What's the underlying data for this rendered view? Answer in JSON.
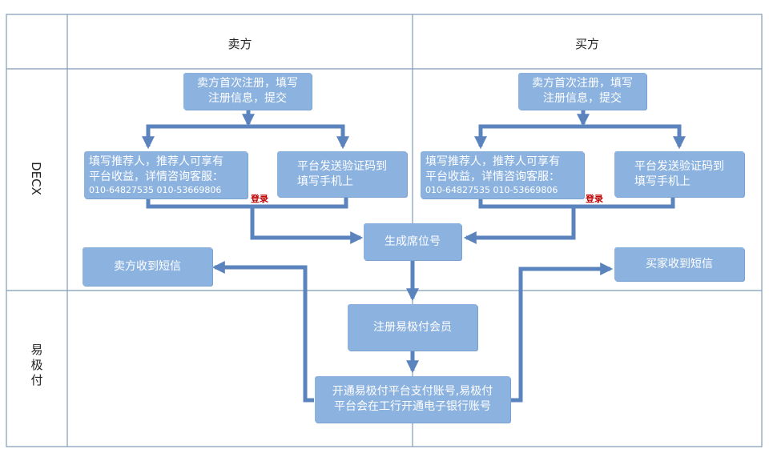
{
  "headers": {
    "seller": "卖方",
    "buyer": "买方"
  },
  "lanes": {
    "decx": "DECX",
    "yijifu": "易极付"
  },
  "seller": {
    "register": [
      "卖方首次注册，填写",
      "注册信息，提交"
    ],
    "referrer": [
      "填写推荐人，推荐人可享有",
      "平台收益，详情咨询客服：",
      "010-64827535   010-53669806"
    ],
    "verify": [
      "平台发送验证码到",
      "填写手机上"
    ],
    "login": "登录",
    "sms": "卖方收到短信"
  },
  "buyer": {
    "register": [
      "卖方首次注册，填写",
      "注册信息，提交"
    ],
    "referrer": [
      "填写推荐人，推荐人可享有",
      "平台收益，详情咨询客服：",
      "010-64827535   010-53669806"
    ],
    "verify": [
      "平台发送验证码到",
      "填写手机上"
    ],
    "login": "登录",
    "sms": "买家收到短信"
  },
  "center": {
    "seat": "生成席位号",
    "member": "注册易极付会员",
    "account": [
      "开通易极付平台支付账号,易极付",
      "平台会在工行开通电子银行账号"
    ]
  },
  "colors": {
    "box": "#8cb3e0",
    "arrow": "#5b84bf",
    "border": "#7f9bb6",
    "login": "#c00000"
  }
}
